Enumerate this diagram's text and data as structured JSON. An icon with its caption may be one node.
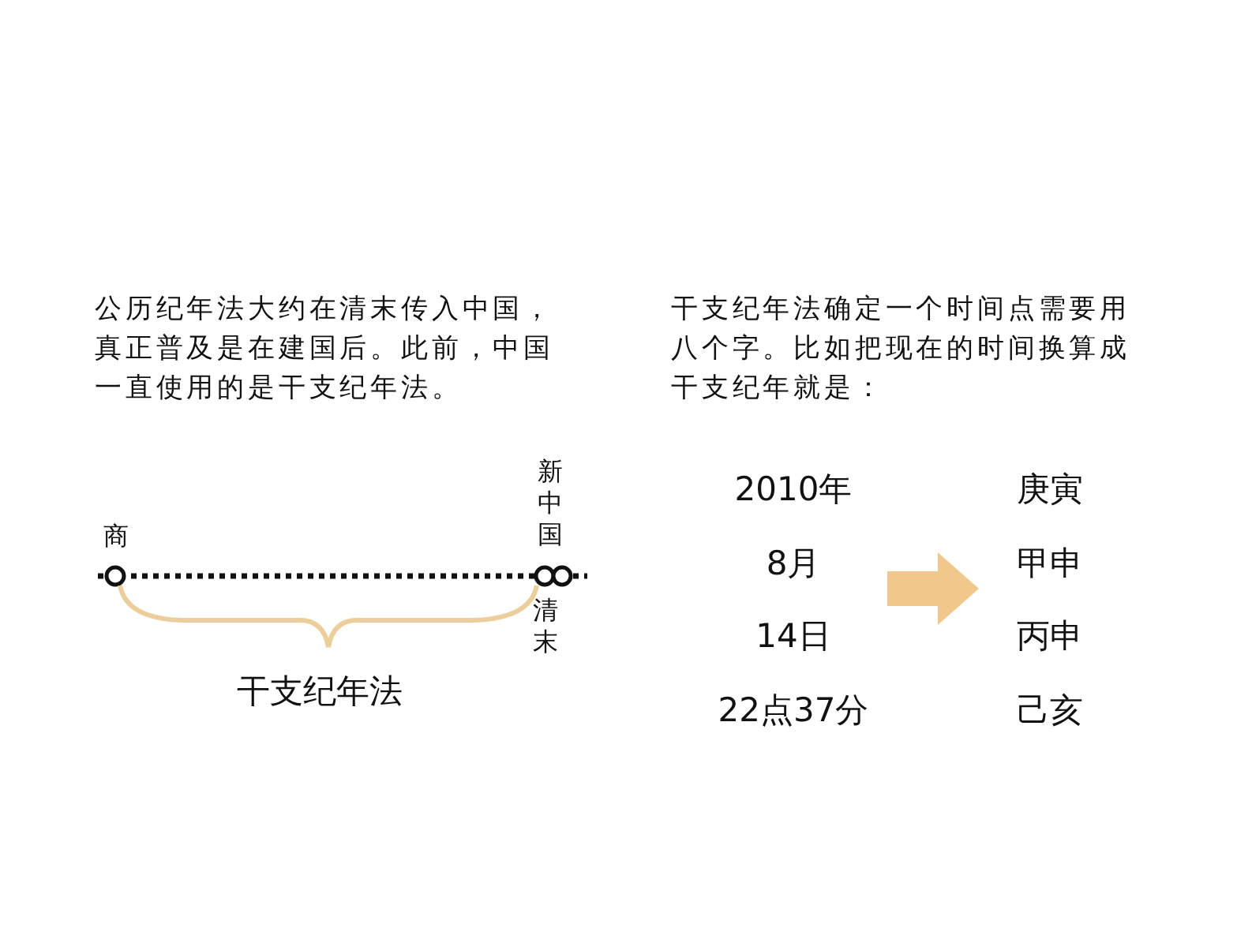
{
  "diagram": {
    "nodes": [
      {
        "text": [
          "2010年",
          "8月",
          "14日",
          "22点37分"
        ]
      },
      {
        "text": [
          "庚寅",
          "甲申",
          "丙申",
          "己亥"
        ]
      }
    ],
    "edges": [
      {
        "from": 0,
        "to": 1,
        "arrow": "to"
      }
    ],
    "labels": [
      "公历纪年法大约在清末传入中国，真正普及是在建国后。此前，中国一直使用的是干支纪年法。",
      "干支纪年法确定一个时间点需要用八个字。比如把现在的时间换算成干支纪年就是：",
      "新中国",
      "商",
      "清末",
      "干支纪年法"
    ]
  }
}
